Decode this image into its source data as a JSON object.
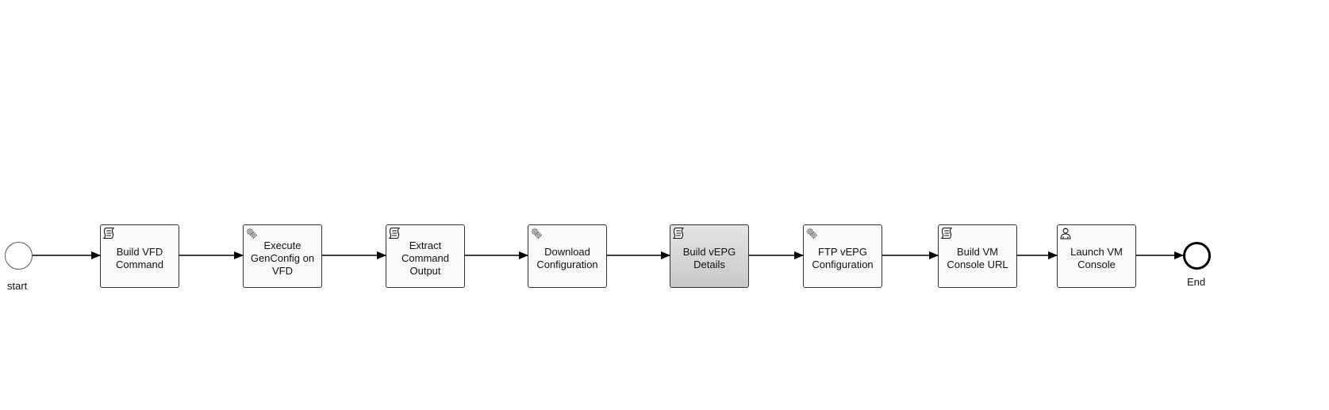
{
  "process": {
    "start_event": {
      "label": "start"
    },
    "end_event": {
      "label": "End"
    },
    "tasks": [
      {
        "label": "Build VFD Command",
        "type": "script",
        "icon": "script-icon"
      },
      {
        "label": "Execute GenConfig on VFD",
        "type": "service",
        "icon": "gear-icon"
      },
      {
        "label": "Extract Command Output",
        "type": "script",
        "icon": "script-icon"
      },
      {
        "label": "Download Configuration",
        "type": "service",
        "icon": "gear-icon"
      },
      {
        "label": "Build vEPG Details",
        "type": "script",
        "icon": "script-icon",
        "highlighted": true
      },
      {
        "label": "FTP vEPG Configuration",
        "type": "service",
        "icon": "gear-icon"
      },
      {
        "label": "Build VM Console URL",
        "type": "script",
        "icon": "script-icon"
      },
      {
        "label": "Launch VM Console",
        "type": "user",
        "icon": "user-icon"
      }
    ]
  },
  "colors": {
    "task_fill": "#f9f9f9",
    "task_border": "#333333",
    "highlight_top": "#e4e4e4",
    "highlight_bottom": "#c8c8c8",
    "flow": "#000000"
  }
}
